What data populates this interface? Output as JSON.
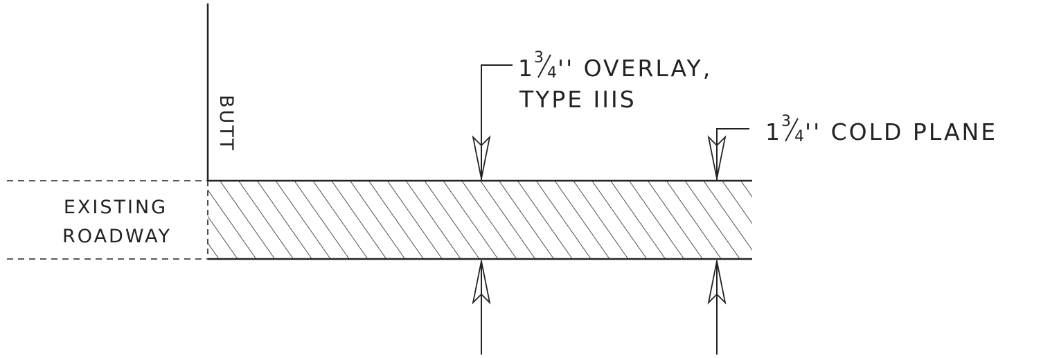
{
  "colors": {
    "ink": "#222222",
    "background": "#ffffff"
  },
  "labels": {
    "butt": "BUTT",
    "existing_line1": "EXISTING",
    "existing_line2": "ROADWAY",
    "overlay": {
      "whole": "1",
      "numerator": "3",
      "denominator": "4",
      "unit_text": "'' OVERLAY,",
      "line2": "TYPE IIIS"
    },
    "cold_plane": {
      "whole": "1",
      "numerator": "3",
      "denominator": "4",
      "unit_text": "'' COLD PLANE"
    }
  }
}
